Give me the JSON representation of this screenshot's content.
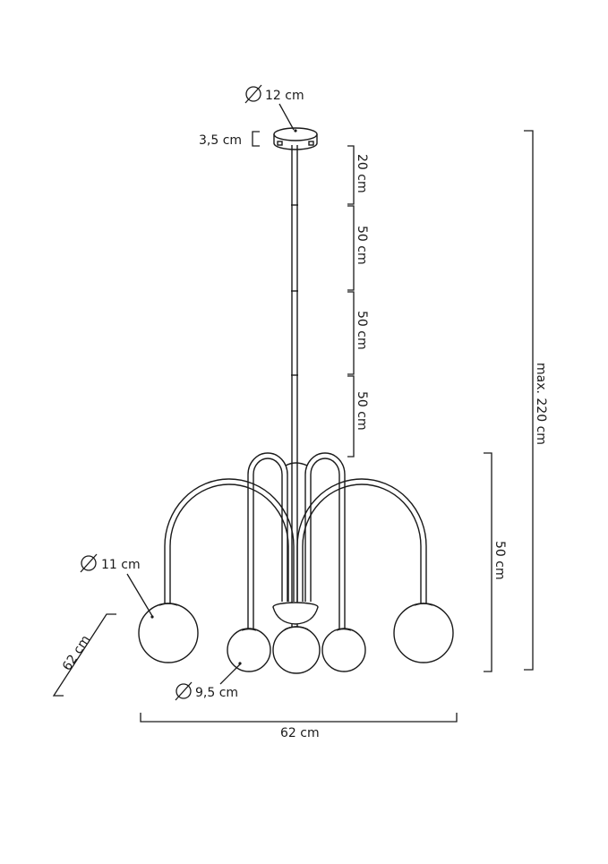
{
  "diagram": {
    "title": "Pendant lamp dimension drawing",
    "colors": {
      "line": "#1a1a1a",
      "background": "#ffffff"
    },
    "labels": {
      "canopy_diameter": "12 cm",
      "canopy_height": "3,5 cm",
      "rod_segment_1": "20 cm",
      "rod_segment_2": "50 cm",
      "rod_segment_3": "50 cm",
      "rod_segment_4": "50 cm",
      "max_height": "max. 220 cm",
      "body_height": "50 cm",
      "large_globe_diameter": "11 cm",
      "small_globe_diameter": "9,5 cm",
      "depth": "62 cm",
      "width": "62 cm"
    },
    "symbols": {
      "diameter": "diameter-symbol"
    }
  }
}
